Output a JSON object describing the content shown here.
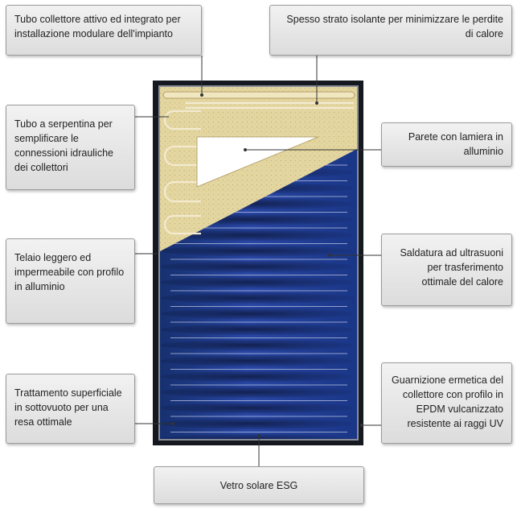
{
  "callouts": {
    "collector_tube": "Tubo collettore attivo ed integrato per installazione modulare dell'impianto",
    "insulation": "Spesso strato isolante per minimizzare le perdite di calore",
    "serpentine": "Tubo a serpentina per semplificare le connessioni idrauliche dei collettori",
    "aluminium_sheet": "Parete con lamiera in alluminio",
    "frame": "Telaio leggero ed impermeabile con profilo in alluminio",
    "ultrasonic_weld": "Saldatura ad ultrasuoni per trasferimento ottimale del calore",
    "surface_treatment": "Trattamento superficiale in sottovuoto per una resa ottimale",
    "gasket": "Guarnizione ermetica del collettore con profilo in EPDM vulcanizzato resistente ai raggi UV",
    "glass": "Vetro solare ESG"
  },
  "colors": {
    "absorber_blue": "#1f3f95",
    "insulation_yellow": "#e4d6a0",
    "frame_dark": "#15181f",
    "callout_fill": "#e6e6e6"
  }
}
